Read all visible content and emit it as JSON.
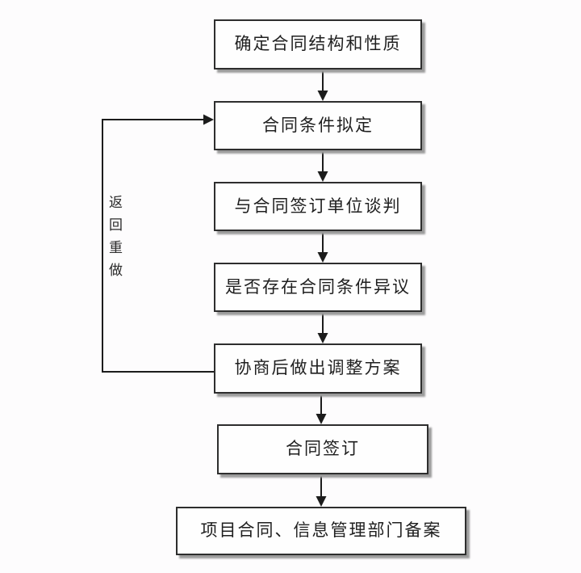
{
  "flowchart": {
    "nodes": [
      {
        "id": 1,
        "label": "确定合同结构和性质"
      },
      {
        "id": 2,
        "label": "合同条件拟定"
      },
      {
        "id": 3,
        "label": "与合同签订单位谈判"
      },
      {
        "id": 4,
        "label": "是否存在合同条件异议"
      },
      {
        "id": 5,
        "label": "协商后做出调整方案"
      },
      {
        "id": 6,
        "label": "合同签订"
      },
      {
        "id": 7,
        "label": "项目合同、信息管理部门备案"
      }
    ],
    "edges": [
      {
        "from": 1,
        "to": 2,
        "type": "arrow-down"
      },
      {
        "from": 2,
        "to": 3,
        "type": "arrow-down"
      },
      {
        "from": 3,
        "to": 4,
        "type": "arrow-down"
      },
      {
        "from": 4,
        "to": 5,
        "type": "arrow-down"
      },
      {
        "from": 5,
        "to": 6,
        "type": "arrow-down"
      },
      {
        "from": 6,
        "to": 7,
        "type": "arrow-down"
      },
      {
        "from": 5,
        "to": 2,
        "type": "loop-left",
        "label": "返回重做"
      }
    ],
    "loop_label": "返回重做",
    "colors": {
      "background": "#fdfcfd",
      "box_fill": "#fefefe",
      "box_border": "#2e2e2e",
      "shadow": "#9b9b9b",
      "line": "#1c1c1c",
      "text": "#1f1f1f"
    }
  }
}
